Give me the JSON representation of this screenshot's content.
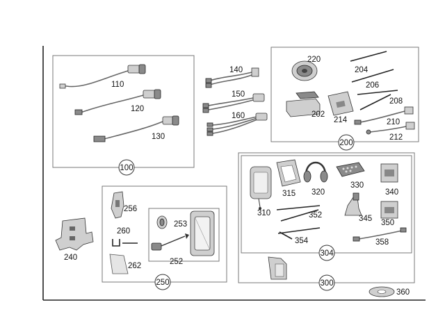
{
  "labels": {
    "p110": "110",
    "p120": "120",
    "p130": "130",
    "p100": "100",
    "p140": "140",
    "p150": "150",
    "p160": "160",
    "p200": "200",
    "p202": "202",
    "p204": "204",
    "p206": "206",
    "p208": "208",
    "p210": "210",
    "p212": "212",
    "p214": "214",
    "p220": "220",
    "p240": "240",
    "p250": "250",
    "p252": "252",
    "p253": "253",
    "p256": "256",
    "p260": "260",
    "p262": "262",
    "p300": "300",
    "p304": "304",
    "p310": "310",
    "p315": "315",
    "p320": "320",
    "p330": "330",
    "p340": "340",
    "p345": "345",
    "p350": "350",
    "p352": "352",
    "p354": "354",
    "p358": "358",
    "p360": "360"
  },
  "colors": {
    "line": "#222222",
    "box": "#777777",
    "part": "#cfcfcf",
    "part_dark": "#8a8a8a"
  }
}
